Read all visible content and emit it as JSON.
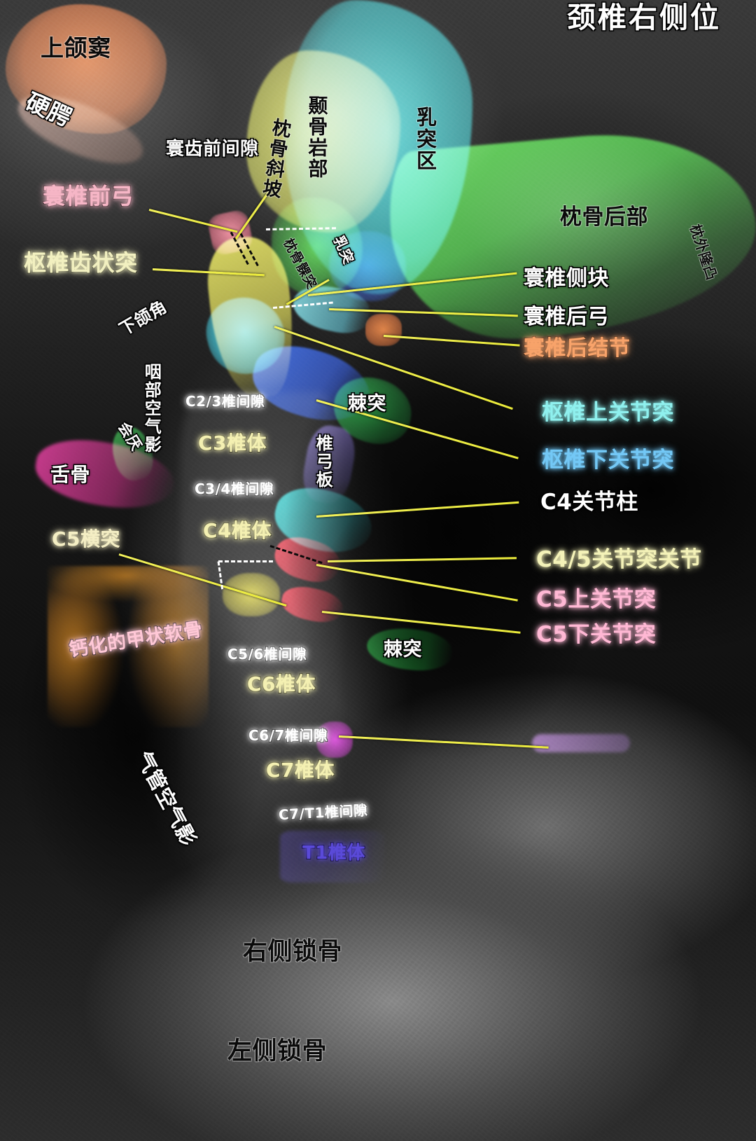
{
  "title": "颈椎右侧位",
  "image_type": "cervical-spine-lateral-radiograph",
  "labels": {
    "maxillary_sinus": "上颌窦",
    "hard_palate": "硬腭",
    "atlantodental_interval": "寰齿前间隙",
    "anterior_arch_atlas": "寰椎前弓",
    "odontoid_process": "枢椎齿状突",
    "clivus": "枕骨斜坡",
    "petrous_temporal": "颞骨岩部",
    "mastoid_region": "乳突区",
    "occipital_condyle": "枕骨髁突",
    "mastoid_process": "乳突",
    "posterior_occiput": "枕骨后部",
    "external_occipital_protuberance": "枕外隆凸",
    "lateral_mass_atlas": "寰椎侧块",
    "posterior_arch_atlas": "寰椎后弓",
    "posterior_tubercle_atlas": "寰椎后结节",
    "axis_superior_facet": "枢椎上关节突",
    "axis_inferior_facet": "枢椎下关节突",
    "c4_articular_pillar": "C4关节柱",
    "c45_facet_joint": "C4/5关节突关节",
    "c5_superior_facet": "C5上关节突",
    "c5_inferior_facet": "C5下关节突",
    "mandibular_angle": "下颌角",
    "pharyngeal_air": "咽部空气影",
    "epiglottis": "会厌",
    "hyoid": "舌骨",
    "c5_transverse_process": "C5横突",
    "calcified_thyroid_cartilage": "钙化的甲状软骨",
    "tracheal_air": "气管空气影",
    "lamina": "椎弓板",
    "spinous_process_upper": "棘突",
    "spinous_process_lower": "棘突",
    "c23_disc_space": "C2/3椎间隙",
    "c3_body": "C3椎体",
    "c34_disc_space": "C3/4椎间隙",
    "c4_body": "C4椎体",
    "c56_disc_space": "C5/6椎间隙",
    "c6_body": "C6椎体",
    "c67_disc_space": "C6/7椎间隙",
    "c7_body": "C7椎体",
    "c7t1_disc_space": "C7/T1椎间隙",
    "t1_body": "T1椎体",
    "right_clavicle": "右侧锁骨",
    "left_clavicle": "左侧锁骨"
  },
  "colors": {
    "maxillary_sinus": "#d4622a",
    "petrous_temporal": "#d8dc4a",
    "mastoid_region": "#2fd8d8",
    "occiput_green": "#53e14a",
    "anterior_arch_atlas": "#f07a92",
    "odontoid_yellow": "#d4d24a",
    "posterior_tubercle": "#e8742e",
    "axis_superior_facet": "#2fd8e8",
    "axis_inferior_facet": "#2a5fe8",
    "c4_pillar": "#ffffff",
    "c45_facet": "#f2f07a",
    "c5_sup_facet": "#ff4a6e",
    "c5_inf_facet": "#ff2a4a",
    "lamina": "#8a7ad8",
    "spinous_green": "#2ad84a",
    "hyoid": "#d82a8a",
    "epiglottis": "#2a8a3a",
    "thyroid_cartilage": "#e08a20",
    "c5_transverse": "#e8c820",
    "t1_body": "#3a2ad8",
    "c67_purple": "#d82ad8",
    "leader_line": "#f0ee4a",
    "title": "#ffffff"
  }
}
